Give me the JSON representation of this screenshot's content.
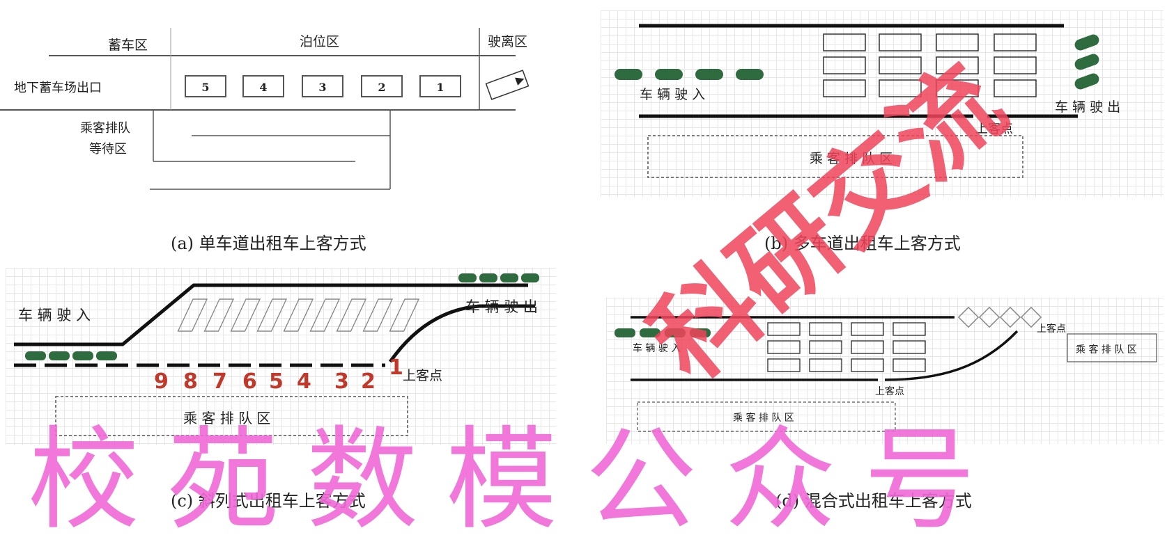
{
  "panel_a": {
    "zone_storage": "蓄车区",
    "zone_berth": "泊位区",
    "zone_exit": "驶离区",
    "exit_label": "地下蓄车场出口",
    "queue_label_line1": "乘客排队",
    "queue_label_line2": "等待区",
    "slots": [
      "5",
      "4",
      "3",
      "2",
      "1"
    ],
    "caption": "(a) 单车道出租车上客方式"
  },
  "panel_b": {
    "enter_label": "车 辆 驶 入",
    "exit_label": "车 辆 驶 出",
    "pickup_label": "上客点",
    "queue_label": "乘 客 排 队 区",
    "caption": "(b) 多车道出租车上客方式"
  },
  "panel_c": {
    "enter_label": "车 辆 驶 入",
    "exit_label": "车 辆 驶 出",
    "pickup_label": "上客点",
    "queue_label": "乘 客 排 队 区",
    "positions": [
      "9",
      "8",
      "7",
      "6",
      "5",
      "4",
      "3",
      "2",
      "1"
    ],
    "caption": "(c) 斜列式出租车上客方式"
  },
  "panel_d": {
    "enter_label": "车 辆 驶 入",
    "pickup_label_1": "上客点",
    "pickup_label_2": "上客点",
    "queue_label_1": "乘 客 排 队 区",
    "queue_label_2": "乘 客 排 队 区",
    "caption": "(d) 混合式出租车上客方式"
  },
  "watermark": {
    "main": "校苑数模公众号",
    "diag": "科研交流",
    "color_main": "#f06ad7",
    "color_diag": "#f0455b"
  },
  "colors": {
    "car": "#2e6b3f",
    "number": "#c0392b"
  }
}
